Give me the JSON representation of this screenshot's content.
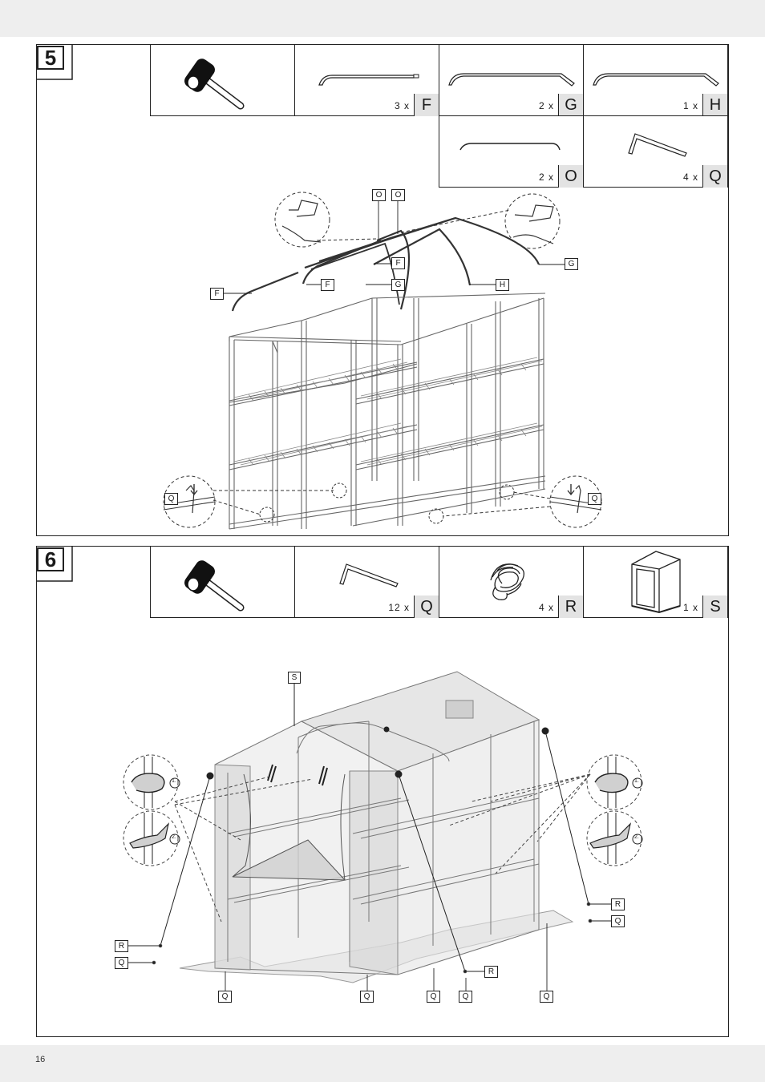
{
  "page": {
    "number": "16"
  },
  "step5": {
    "number": "5",
    "parts": [
      {
        "icon": "mallet-icon"
      },
      {
        "qty": "3 x",
        "letter": "F"
      },
      {
        "qty": "2 x",
        "letter": "G"
      },
      {
        "qty": "1 x",
        "letter": "H"
      },
      {
        "qty": "2 x",
        "letter": "O"
      },
      {
        "qty": "4 x",
        "letter": "Q"
      }
    ],
    "labels": {
      "o1": "O",
      "o2": "O",
      "f1": "F",
      "f2": "F",
      "f3": "F",
      "g1": "G",
      "g2": "G",
      "h": "H",
      "q_left": "Q",
      "q_right": "Q"
    }
  },
  "step6": {
    "number": "6",
    "parts": [
      {
        "icon": "mallet-icon"
      },
      {
        "qty": "12 x",
        "letter": "Q"
      },
      {
        "qty": "4 x",
        "letter": "R"
      },
      {
        "qty": "1 x",
        "letter": "S"
      }
    ],
    "labels": {
      "s": "S",
      "r_left": "R",
      "q_left": "Q",
      "r_right": "R",
      "q_right": "Q",
      "r_bottom": "R",
      "q_b1": "Q",
      "q_b2": "Q",
      "q_b3": "Q",
      "q_b4": "Q",
      "q_b5": "Q",
      "step1_l": "1.",
      "step2_l": "2.",
      "step1_r": "1.",
      "step2_r": "2."
    }
  }
}
